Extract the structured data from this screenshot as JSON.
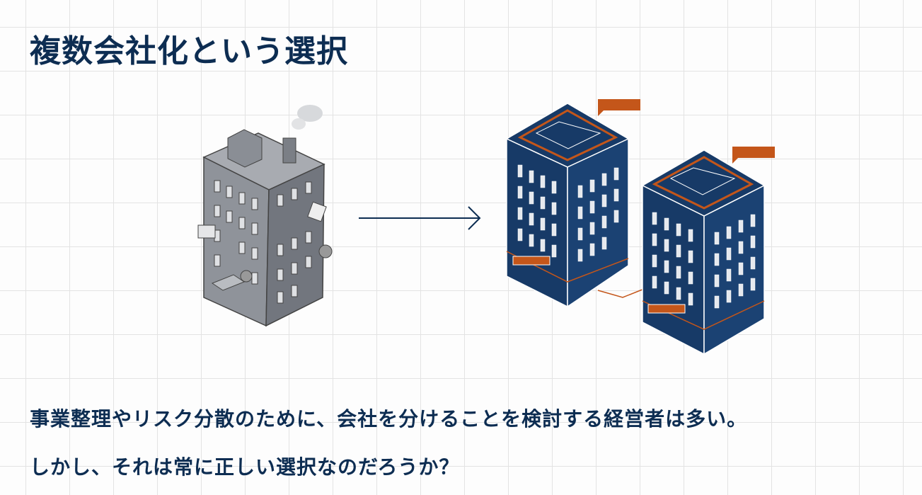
{
  "title": "複数会社化という選択",
  "body": {
    "line1": "事業整理やリスク分散のために、会社を分けることを検討する経営者は多い。",
    "line2": "しかし、それは常に正しい選択なのだろうか？"
  },
  "illustration": {
    "left": "gray-cluttered-building-icon",
    "arrow": "arrow-right-icon",
    "right": "two-navy-buildings-icon"
  },
  "colors": {
    "text": "#0d2d52",
    "navy": "#173a67",
    "orange": "#c4561a",
    "gray": "#8a8e96"
  }
}
